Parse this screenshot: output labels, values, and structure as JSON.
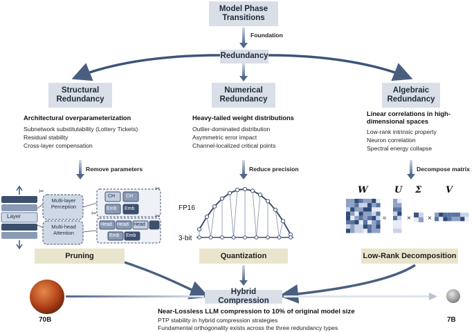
{
  "top": {
    "title": "Model Phase\nTransitions",
    "foundation": "Foundation"
  },
  "center": {
    "title": "Redundancy"
  },
  "columns": [
    {
      "title": "Structural\nRedundancy",
      "heading": "Architectural overparameterization",
      "items": [
        "Subnetwork substitutability (Lottery Tickets)",
        "Residual stability",
        "Cross-layer compensation"
      ],
      "action": "Remove parameters",
      "method": "Pruning"
    },
    {
      "title": "Numerical\nRedundancy",
      "heading": "Heavy-tailed weight distributions",
      "items": [
        "Outlier-dominated distribution",
        "Asymmetric error impact",
        "Channel-localized critical points"
      ],
      "action": "Reduce precision",
      "method": "Quantization"
    },
    {
      "title": "Algebraic\nRedundancy",
      "heading": "Linear correlations in high-\ndimensional spaces",
      "items": [
        "Low-rank intrinsic property",
        "Neuron correlation",
        "Spectral energy collapse"
      ],
      "action": "Decompose matrix",
      "method": "Low-Rank Decomposition"
    }
  ],
  "pruning_fig": {
    "layer": "Layer",
    "mlp": "Multi-layer\nPerception",
    "mha": "Multi-head\nAttention",
    "ch": "CH",
    "emb": "Emb",
    "head": "Head"
  },
  "quant_fig": {
    "fp16": "FP16",
    "low": "3-bit"
  },
  "lowrank_fig": {
    "W": "W",
    "U": "U",
    "S": "Σ",
    "V": "V",
    "approx": "≈",
    "times": "×"
  },
  "bottom": {
    "hybrid": "Hybrid Compression",
    "left_size": "70B",
    "right_size": "7B",
    "headline": "Near-Lossless LLM compression to 10% of original model size",
    "notes": [
      "PTP stability in hybrid compression strategies",
      "Fundamental orthogonality exists across the three redundancy types"
    ]
  },
  "colors": {
    "box": "#d9dee7",
    "method_box": "#e9e5cc",
    "arrow": "#3d5578",
    "matrix_dark": "#2f4a78",
    "matrix_light": "#c9d3e6"
  }
}
